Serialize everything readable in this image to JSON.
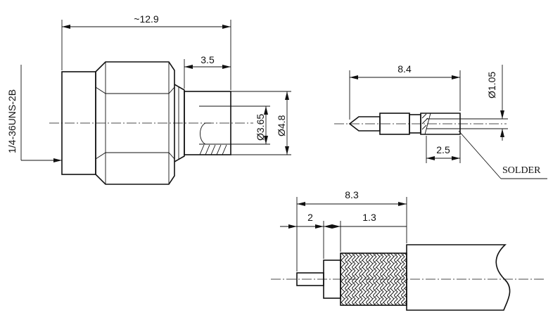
{
  "dimensions": {
    "overall_length": "~12.9",
    "rear_length": "3.5",
    "thread": "1/4-36UNS-2B",
    "bore_diameter": "Ø3.65",
    "outer_diameter": "Ø4.8",
    "pin_length": "8.4",
    "pin_diameter": "Ø1.05",
    "solder_length": "2.5",
    "strip_length": "8.3",
    "strip_dielectric": "2",
    "strip_braid": "1.3"
  },
  "labels": {
    "solder": "SOLDER"
  }
}
